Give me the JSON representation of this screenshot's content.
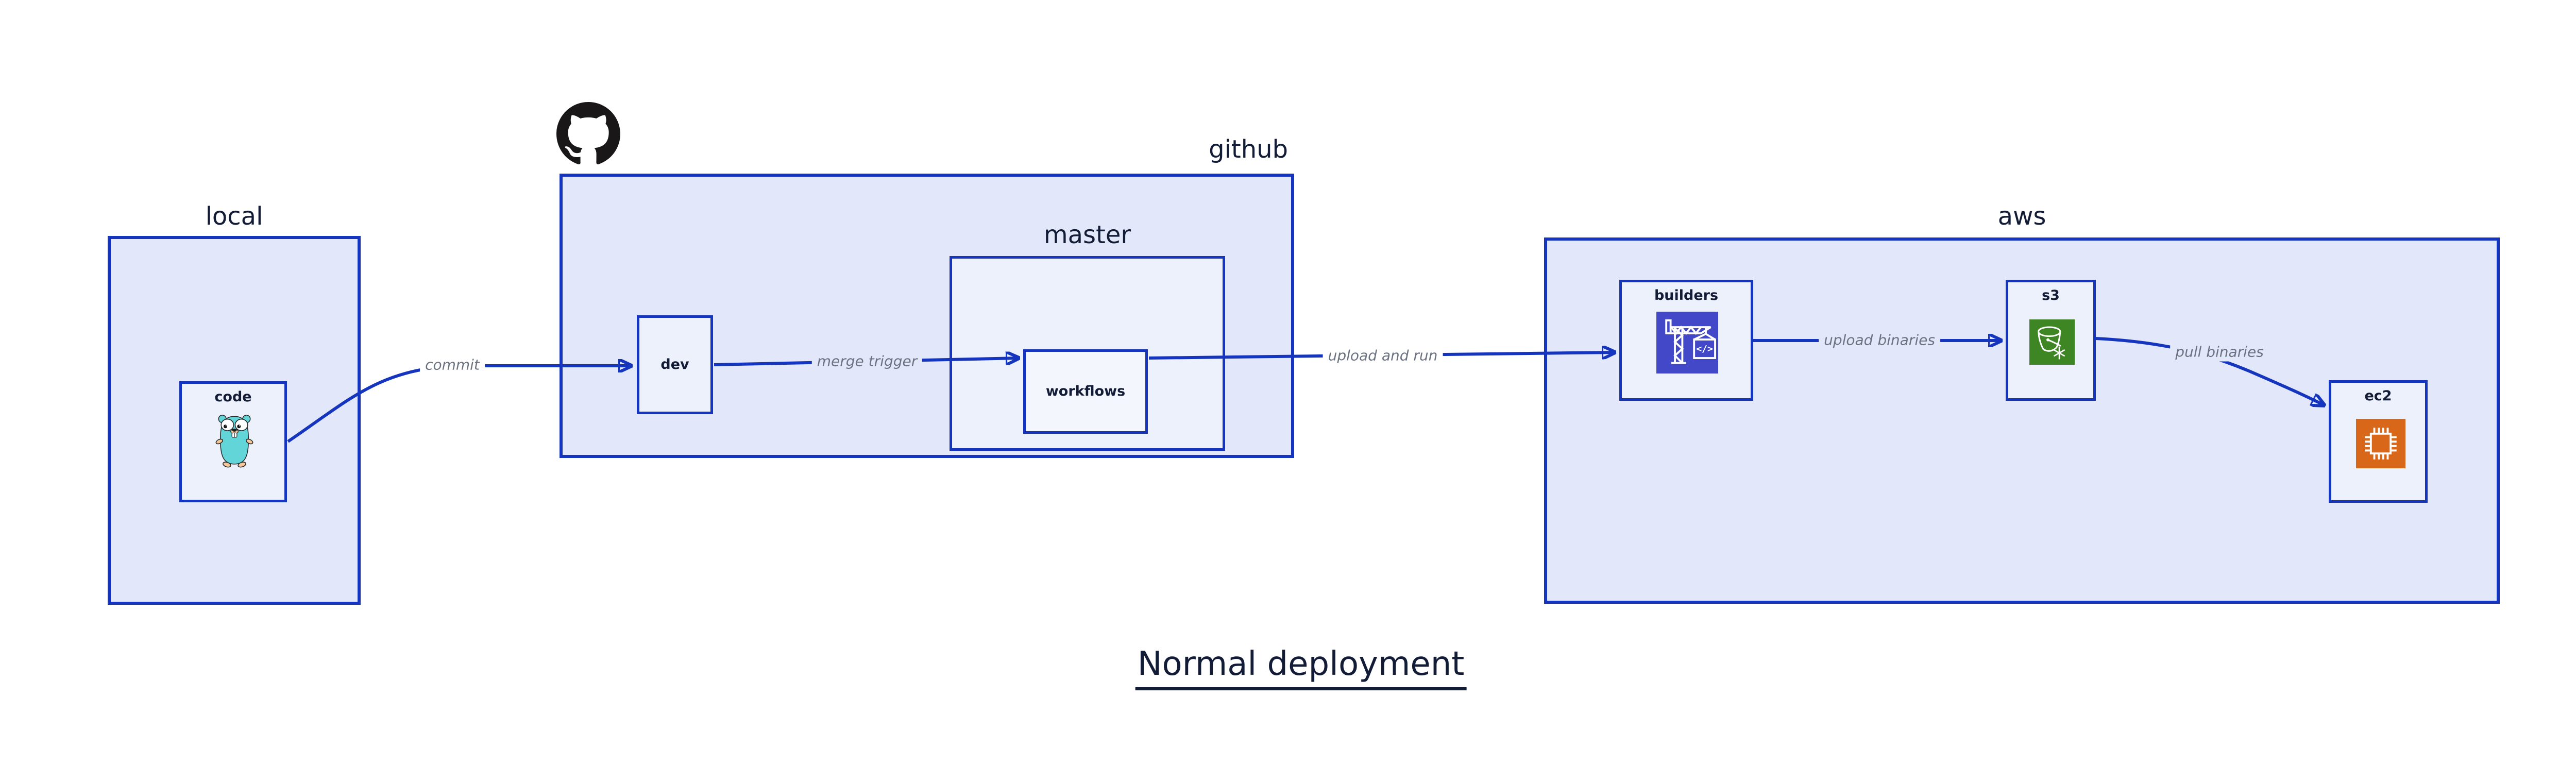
{
  "diagram_title": "Normal deployment",
  "colors": {
    "edge_blue": "#1535bf",
    "group_fill": "#e2e8f9",
    "node_fill": "#edf1fb",
    "inner_node_fill": "#f4f6fd",
    "label_dark": "#131c36",
    "edge_label_gray": "#6b7280",
    "builders_icon_bg": "#4348c8",
    "s3_icon_bg": "#3e8623",
    "ec2_icon_bg": "#d9671a",
    "gopher_teal": "#62d5d8",
    "octocat_black": "#191717"
  },
  "groups": {
    "local": {
      "label": "local"
    },
    "github": {
      "label": "github"
    },
    "master": {
      "label": "master"
    },
    "aws": {
      "label": "aws"
    }
  },
  "nodes": {
    "code": {
      "label": "code"
    },
    "dev": {
      "label": "dev"
    },
    "workflows": {
      "label": "workflows"
    },
    "builders": {
      "label": "builders"
    },
    "s3": {
      "label": "s3"
    },
    "ec2": {
      "label": "ec2"
    }
  },
  "edges": {
    "commit": {
      "label": "commit"
    },
    "merge_trigger": {
      "label": "merge trigger"
    },
    "upload_and_run": {
      "label": "upload and run"
    },
    "upload_binaries": {
      "label": "upload binaries"
    },
    "pull_binaries": {
      "label": "pull binaries"
    }
  },
  "icons": {
    "octocat": "github-octocat-icon",
    "gopher": "go-gopher-icon",
    "builders": "crane-icon",
    "s3": "glacier-bucket-icon",
    "ec2": "cpu-chip-icon"
  }
}
